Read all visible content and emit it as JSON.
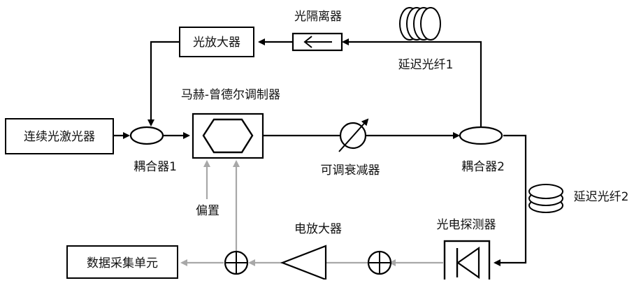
{
  "labels": {
    "optical_amplifier": "光放大器",
    "optical_isolator": "光隔离器",
    "delay_fiber_1": "延迟光纤1",
    "mzm": "马赫-曾德尔调制器",
    "cw_laser": "连续光激光器",
    "coupler_1": "耦合器1",
    "variable_attenuator": "可调衰减器",
    "coupler_2": "耦合器2",
    "delay_fiber_2": "延迟光纤2",
    "bias": "偏置",
    "electrical_amplifier": "电放大器",
    "photodetector": "光电探测器",
    "data_acquisition": "数据采集单元"
  },
  "colors": {
    "optical_path": "#000000",
    "electrical_path": "#a8a8a8"
  }
}
